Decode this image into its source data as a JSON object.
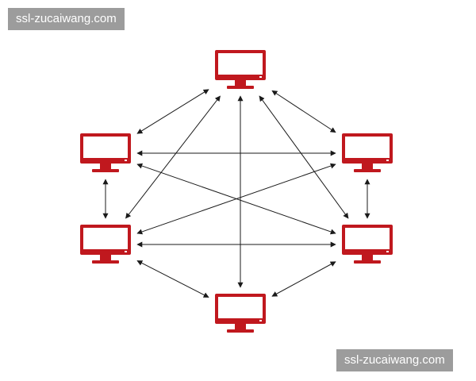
{
  "watermarks": {
    "top_left": "ssl-zucaiwang.com",
    "bottom_right": "ssl-zucaiwang.com"
  },
  "colors": {
    "monitor": "#c0181e",
    "line": "#1a1a1a",
    "background": "#ffffff"
  },
  "nodes": [
    {
      "id": "top",
      "icon": "monitor-icon"
    },
    {
      "id": "upper-left",
      "icon": "monitor-icon"
    },
    {
      "id": "upper-right",
      "icon": "monitor-icon"
    },
    {
      "id": "lower-left",
      "icon": "monitor-icon"
    },
    {
      "id": "lower-right",
      "icon": "monitor-icon"
    },
    {
      "id": "bottom",
      "icon": "monitor-icon"
    }
  ],
  "connections": [
    [
      "top",
      "upper-left"
    ],
    [
      "top",
      "upper-right"
    ],
    [
      "top",
      "lower-left"
    ],
    [
      "top",
      "lower-right"
    ],
    [
      "top",
      "bottom"
    ],
    [
      "upper-left",
      "upper-right"
    ],
    [
      "upper-left",
      "lower-left"
    ],
    [
      "upper-left",
      "lower-right"
    ],
    [
      "upper-right",
      "lower-left"
    ],
    [
      "upper-right",
      "lower-right"
    ],
    [
      "lower-left",
      "lower-right"
    ],
    [
      "lower-left",
      "bottom"
    ],
    [
      "lower-right",
      "bottom"
    ]
  ]
}
